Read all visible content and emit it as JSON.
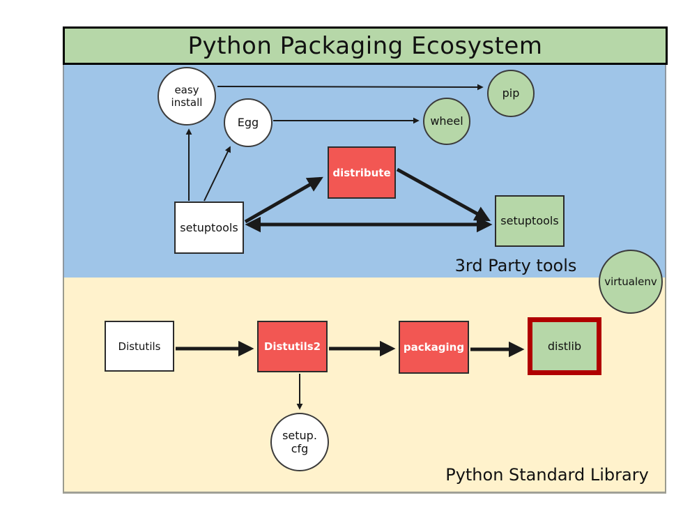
{
  "title": "Python Packaging Ecosystem",
  "sections": {
    "third_party": {
      "label": "3rd Party tools",
      "color": "#9fc5e8"
    },
    "stdlib": {
      "label": "Python Standard Library",
      "color": "#fff2cc"
    }
  },
  "nodes": {
    "easy_install": {
      "label": "easy install",
      "shape": "circle",
      "fill": "#ffffff"
    },
    "egg": {
      "label": "Egg",
      "shape": "circle",
      "fill": "#ffffff"
    },
    "pip": {
      "label": "pip",
      "shape": "circle",
      "fill": "#b6d7a8"
    },
    "wheel": {
      "label": "wheel",
      "shape": "circle",
      "fill": "#b6d7a8"
    },
    "setuptools_old": {
      "label": "setuptools",
      "shape": "box",
      "fill": "#ffffff"
    },
    "distribute": {
      "label": "distribute",
      "shape": "box",
      "fill": "#f25753"
    },
    "setuptools_new": {
      "label": "setuptools",
      "shape": "box",
      "fill": "#b6d7a8"
    },
    "virtualenv": {
      "label": "virtualenv",
      "shape": "circle",
      "fill": "#b6d7a8"
    },
    "distutils": {
      "label": "Distutils",
      "shape": "box",
      "fill": "#ffffff"
    },
    "distutils2": {
      "label": "Distutils2",
      "shape": "box",
      "fill": "#f25753"
    },
    "packaging": {
      "label": "packaging",
      "shape": "box",
      "fill": "#f25753"
    },
    "distlib": {
      "label": "distlib",
      "shape": "box",
      "fill": "#b6d7a8",
      "border": "#b00000"
    },
    "setup_cfg": {
      "label": "setup.cfg",
      "shape": "circle",
      "fill": "#ffffff"
    }
  },
  "edges": [
    {
      "from": "setuptools_old",
      "to": "easy_install",
      "style": "thin"
    },
    {
      "from": "setuptools_old",
      "to": "egg",
      "style": "thin"
    },
    {
      "from": "easy_install",
      "to": "pip",
      "style": "thin"
    },
    {
      "from": "egg",
      "to": "wheel",
      "style": "thin"
    },
    {
      "from": "setuptools_old",
      "to": "distribute",
      "style": "thick"
    },
    {
      "from": "distribute",
      "to": "setuptools_new",
      "style": "thick"
    },
    {
      "from": "setuptools_old",
      "to": "setuptools_new",
      "style": "thick-double"
    },
    {
      "from": "distutils",
      "to": "distutils2",
      "style": "thick"
    },
    {
      "from": "distutils2",
      "to": "packaging",
      "style": "thick"
    },
    {
      "from": "packaging",
      "to": "distlib",
      "style": "thick"
    },
    {
      "from": "distutils2",
      "to": "setup_cfg",
      "style": "thin"
    }
  ],
  "colors": {
    "title_green": "#b6d7a8",
    "section_blue": "#9fc5e8",
    "section_cream": "#fff2cc",
    "node_red": "#f25753",
    "node_green": "#b6d7a8",
    "distlib_border": "#b00000",
    "arrow_black": "#1a1a1a"
  }
}
